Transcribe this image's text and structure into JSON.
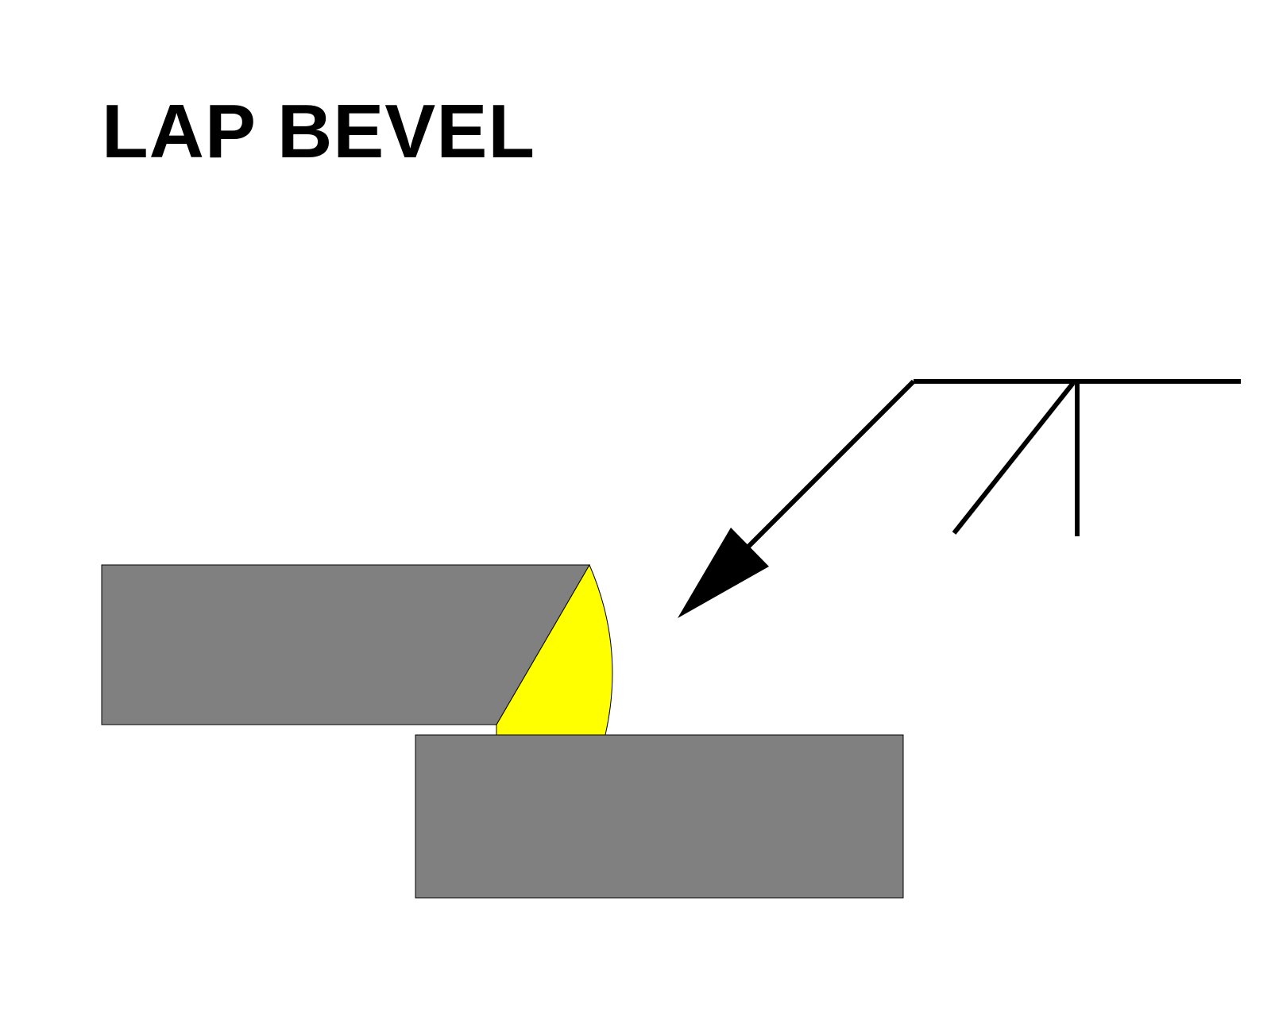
{
  "title": "LAP BEVEL",
  "colors": {
    "plate": "#808080",
    "weld": "#ffff00",
    "line": "#000000",
    "background": "#ffffff"
  },
  "parts": {
    "upper_plate": "upper-plate",
    "lower_plate": "lower-plate",
    "weld_bead": "bevel-weld-bead",
    "welding_symbol": "bevel-weld-symbol"
  }
}
